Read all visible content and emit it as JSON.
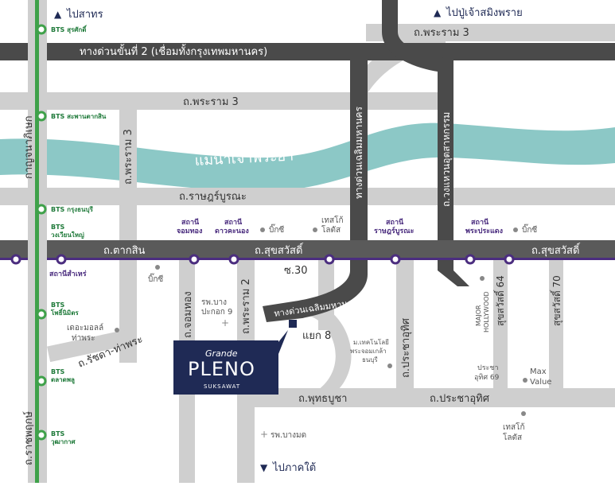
{
  "directions": {
    "north_west": "ไปสาทร",
    "north_east": "ไปปู่เจ้าสมิงพราย",
    "south": "ไปภาคใต้"
  },
  "roads": {
    "expressway_2": "ทางด่วนขั้นที่ 2 (เชื่อมทั้งกรุงเทพมหานคร)",
    "rama3_top": "ถ.พระราม 3",
    "rama3_mid": "ถ.พระราม 3",
    "rama3_vertical": "ถ.พระราม 3",
    "river": "แม่น้ำเจ้าพระยา",
    "ratburana": "ถ.ราษฎร์บูรณะ",
    "taksin": "ถ.ตากสิน",
    "sukhumvit_w": "ถ.สุขสวัสดิ์",
    "sukhumvit_e": "ถ.สุขสวัสดิ์",
    "kanchana_vertical": "กาญจนาภิเษก",
    "chaloem_expressway_vertical": "ทางด่วนเฉลิมมหานคร",
    "chaloem_expressway_diag": "ทางด่วนเฉลิมมหานคร",
    "outer_ring_vertical": "ถ.วงแหวนอุตสาหกรรม",
    "ratchaphruek": "ถ.ราชพฤกษ์",
    "rama2": "ถ.พระราม 2",
    "chomthong": "ถ.จอมทอง",
    "ratchada": "ถ.รัชดา-ท่าพระ",
    "soi30": "ซ.30",
    "yaek8": "แยก 8",
    "prachauthit_v": "ถ.ประชาอุทิศ",
    "phutthabucha": "ถ.พุทธบูชา",
    "prachauthit_h": "ถ.ประชาอุทิศ",
    "suksawat64": "สุขสวัสดิ์ 64",
    "suksawat70": "สุขสวัสดิ์ 70"
  },
  "bts": [
    {
      "label": "BTS สุรศักดิ์"
    },
    {
      "label": "BTS สะพานตากสิน"
    },
    {
      "label": "BTS กรุงธนบุรี"
    },
    {
      "label": "BTS"
    },
    {
      "label": "วงเวียนใหญ่"
    },
    {
      "label": "BTS"
    },
    {
      "label": "โพธิ์นิมิตร"
    },
    {
      "label": "BTS"
    },
    {
      "label": "ตลาดพลู"
    },
    {
      "label": "BTS"
    },
    {
      "label": "วุฒากาศ"
    }
  ],
  "stations": {
    "s1a": "สถานี",
    "s1b": "จอมทอง",
    "s2a": "สถานี",
    "s2b": "ดาวคะนอง",
    "s3a": "สถานี",
    "s3b": "ราษฎร์บูรณะ",
    "s4a": "สถานี",
    "s4b": "พระประแดง",
    "s5": "สถานีสำเหร่"
  },
  "pois": {
    "bigc1": "บิ๊กซี",
    "lotus1a": "เทสโก้",
    "lotus1b": "โลตัส",
    "bigc2": "บิ๊กซี",
    "bigc3": "บิ๊กซี",
    "hosp1a": "รพ.บาง",
    "hosp1b": "ปะกอก 9",
    "mall1a": "เดอะมอลล์",
    "mall1b": "ท่าพระ",
    "univ1": "ม.เทคโนโลยี",
    "univ2": "พระจอมเกล้า",
    "univ3": "ธนบุรี",
    "major1": "MAJOR",
    "major2": "HOLLYWOOD",
    "prachauthit69a": "ประชา",
    "prachauthit69b": "อุทิศ 69",
    "maxa": "Max",
    "maxb": "Value",
    "lotus2a": "เทสโก้",
    "lotus2b": "โลตัส",
    "hosp2": "รพ.บางมด"
  },
  "project": {
    "brand_top": "Grande",
    "brand_main": "PLENO",
    "brand_sub": "SUKSAWAT"
  },
  "colors": {
    "road": "#cfcfcf",
    "expressway": "#4a4a4a",
    "river": "#8cc8c6",
    "bts_line": "#3fa14a",
    "purple_line": "#4b2d7f",
    "project_bg": "#1f2a55"
  }
}
